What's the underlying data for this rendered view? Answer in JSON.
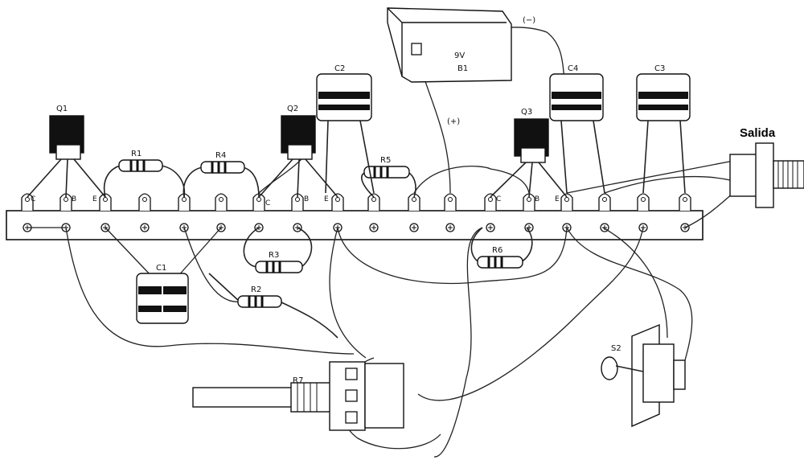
{
  "output_label": "Salida",
  "battery": {
    "label_top": "9V",
    "label_bottom": "B1",
    "neg": "(−)",
    "pos": "(+)"
  },
  "transistors": {
    "q1": "Q1",
    "q2": "Q2",
    "q3": "Q3"
  },
  "pins": {
    "c": "C",
    "b": "B",
    "e": "E"
  },
  "resistors": {
    "r1": "R1",
    "r2": "R2",
    "r3": "R3",
    "r4": "R4",
    "r5": "R5",
    "r6": "R6"
  },
  "capacitors": {
    "c1": "C1",
    "c2": "C2",
    "c3": "C3",
    "c4": "C4"
  },
  "potentiometer": "R7",
  "switch": "S2"
}
